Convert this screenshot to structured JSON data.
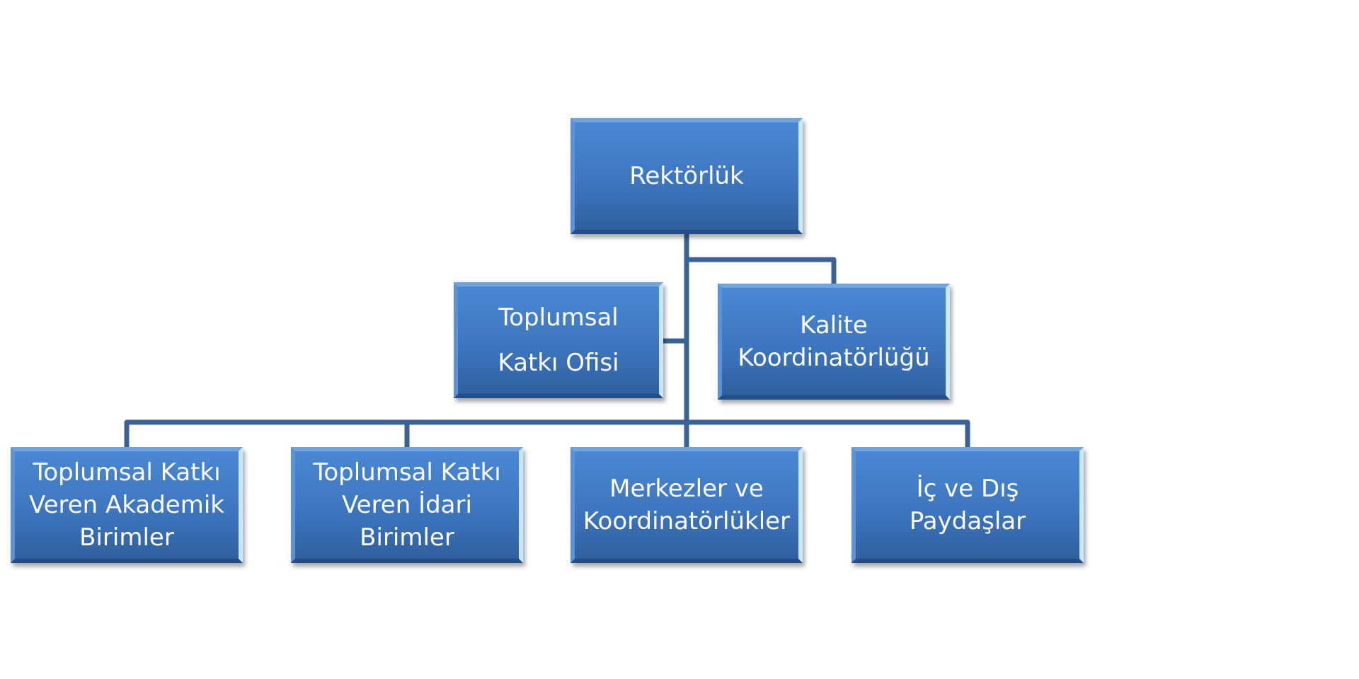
{
  "diagram": {
    "type": "org-chart",
    "colors": {
      "box_fill": "#3d76be",
      "box_text": "#ffffff",
      "connector": "#3a6296",
      "background": "#ffffff"
    },
    "nodes": {
      "rektorluk": "Rektörlük",
      "toplumsal_katki_ofisi": "Toplumsal\nKatkı Ofisi",
      "kalite_koordinatorlugu": "Kalite\nKoordinatörlüğü",
      "akademik_birimler": "Toplumsal Katkı\nVeren Akademik\nBirimler",
      "idari_birimler": "Toplumsal Katkı\nVeren İdari\nBirimler",
      "merkezler": "Merkezler ve\nKoordinatörlükler",
      "paydaslar": "İç ve Dış Paydaşlar"
    },
    "edges": [
      [
        "rektorluk",
        "toplumsal_katki_ofisi"
      ],
      [
        "rektorluk",
        "kalite_koordinatorlugu"
      ],
      [
        "rektorluk",
        "akademik_birimler"
      ],
      [
        "rektorluk",
        "idari_birimler"
      ],
      [
        "rektorluk",
        "merkezler"
      ],
      [
        "rektorluk",
        "paydaslar"
      ]
    ]
  }
}
